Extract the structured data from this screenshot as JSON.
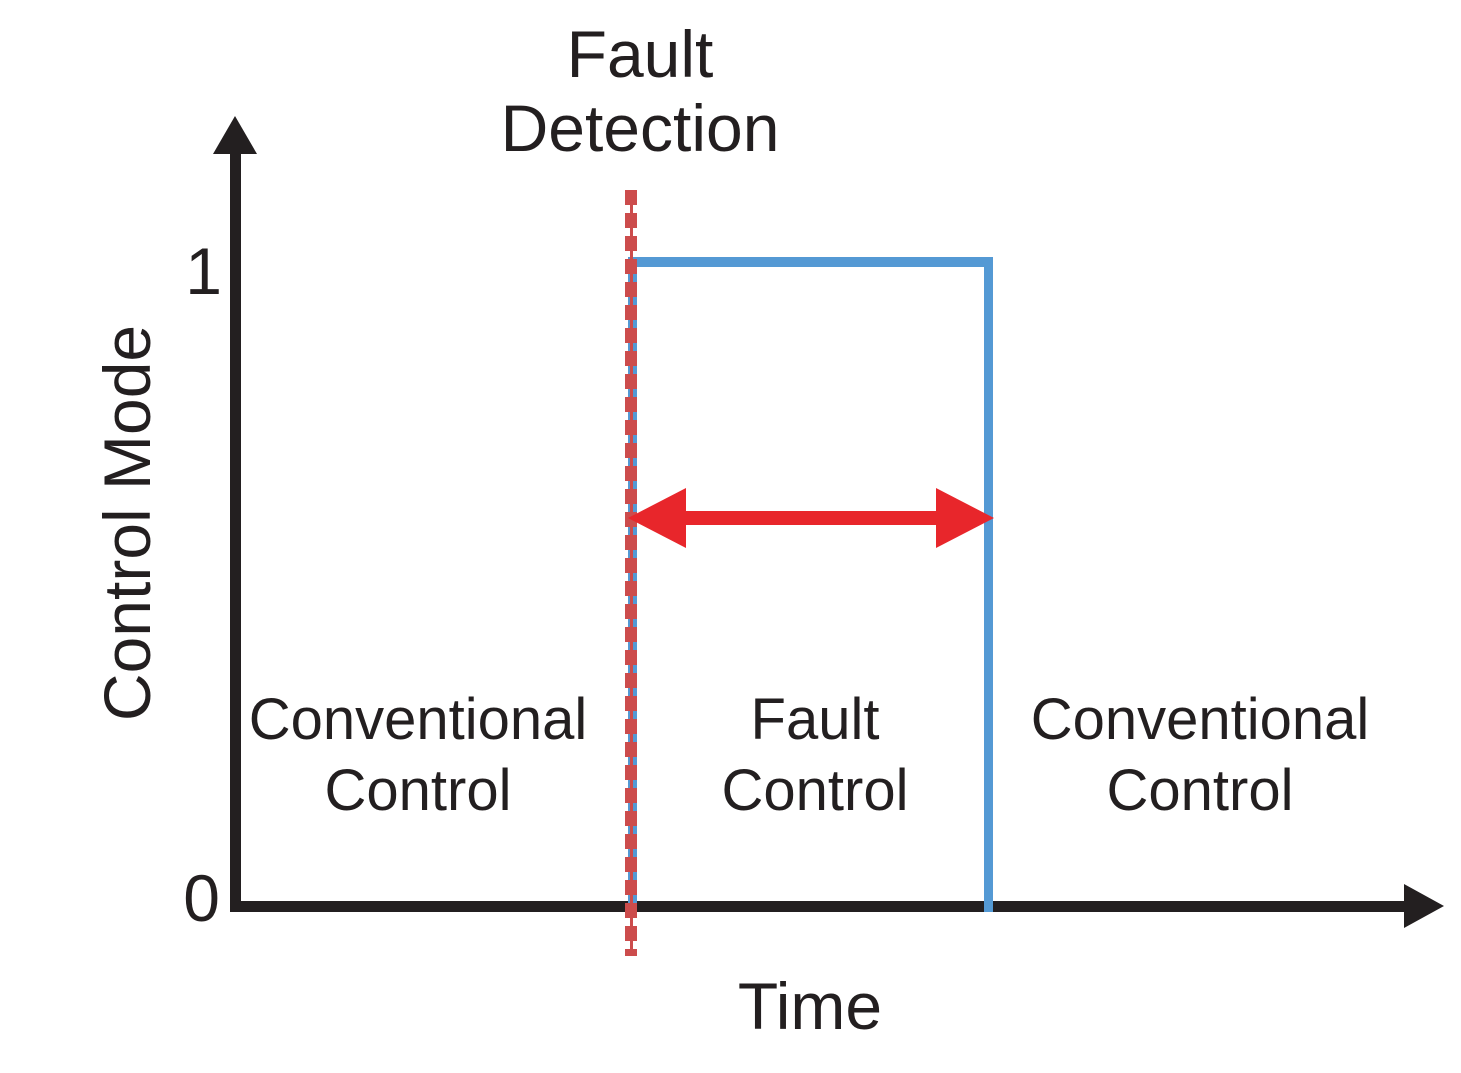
{
  "figure": {
    "title": "Fault Detection",
    "title_lines": [
      "Fault",
      "Detection"
    ],
    "background_color": "#ffffff",
    "axis_color": "#231f20"
  },
  "axes": {
    "y_label": "Control Mode",
    "x_label": "Time",
    "y_ticks": [
      "1",
      "0"
    ],
    "y_tick_high": "1",
    "y_tick_low": "0",
    "x_ticks": [],
    "grid": false,
    "y_arrow": "arrow-up",
    "x_arrow": "arrow-right"
  },
  "regions": [
    {
      "id": "left",
      "label": "Conventional\nControl",
      "line1": "Conventional",
      "line2": "Control"
    },
    {
      "id": "mid",
      "label": "Fault\nControl",
      "line1": "Fault",
      "line2": "Control"
    },
    {
      "id": "right",
      "label": "Conventional\nControl",
      "line1": "Conventional",
      "line2": "Control"
    }
  ],
  "markers": {
    "fault_detection_line": {
      "label": "Fault Detection",
      "style": "dotted",
      "color": "#cc4c4c",
      "orientation": "vertical"
    },
    "duration_arrow": {
      "style": "double-headed",
      "color": "#e8262b",
      "orientation": "horizontal"
    }
  },
  "chart_data": {
    "type": "line",
    "title": "Fault Detection",
    "xlabel": "Time",
    "ylabel": "Control Mode",
    "ylim": [
      0,
      1
    ],
    "ytick_labels": [
      "0",
      "1"
    ],
    "grid": false,
    "legend": "none",
    "series": [
      {
        "name": "Control Mode",
        "color": "#5499d4",
        "type": "step",
        "x": [
          0.0,
          0.335,
          0.335,
          0.64,
          0.64,
          1.0
        ],
        "y": [
          0,
          0,
          1,
          1,
          0,
          0
        ]
      }
    ],
    "annotations": [
      {
        "kind": "vline",
        "text": "Fault Detection",
        "x": 0.335,
        "color": "#cc4c4c",
        "linestyle": "dotted"
      },
      {
        "kind": "double-arrow",
        "x_start": 0.335,
        "x_end": 0.64,
        "y": 0.62,
        "color": "#e8262b"
      },
      {
        "kind": "text",
        "text": "Conventional Control",
        "x": 0.16,
        "y": 0.28
      },
      {
        "kind": "text",
        "text": "Fault Control",
        "x": 0.49,
        "y": 0.28
      },
      {
        "kind": "text",
        "text": "Conventional Control",
        "x": 0.82,
        "y": 0.28
      }
    ]
  }
}
